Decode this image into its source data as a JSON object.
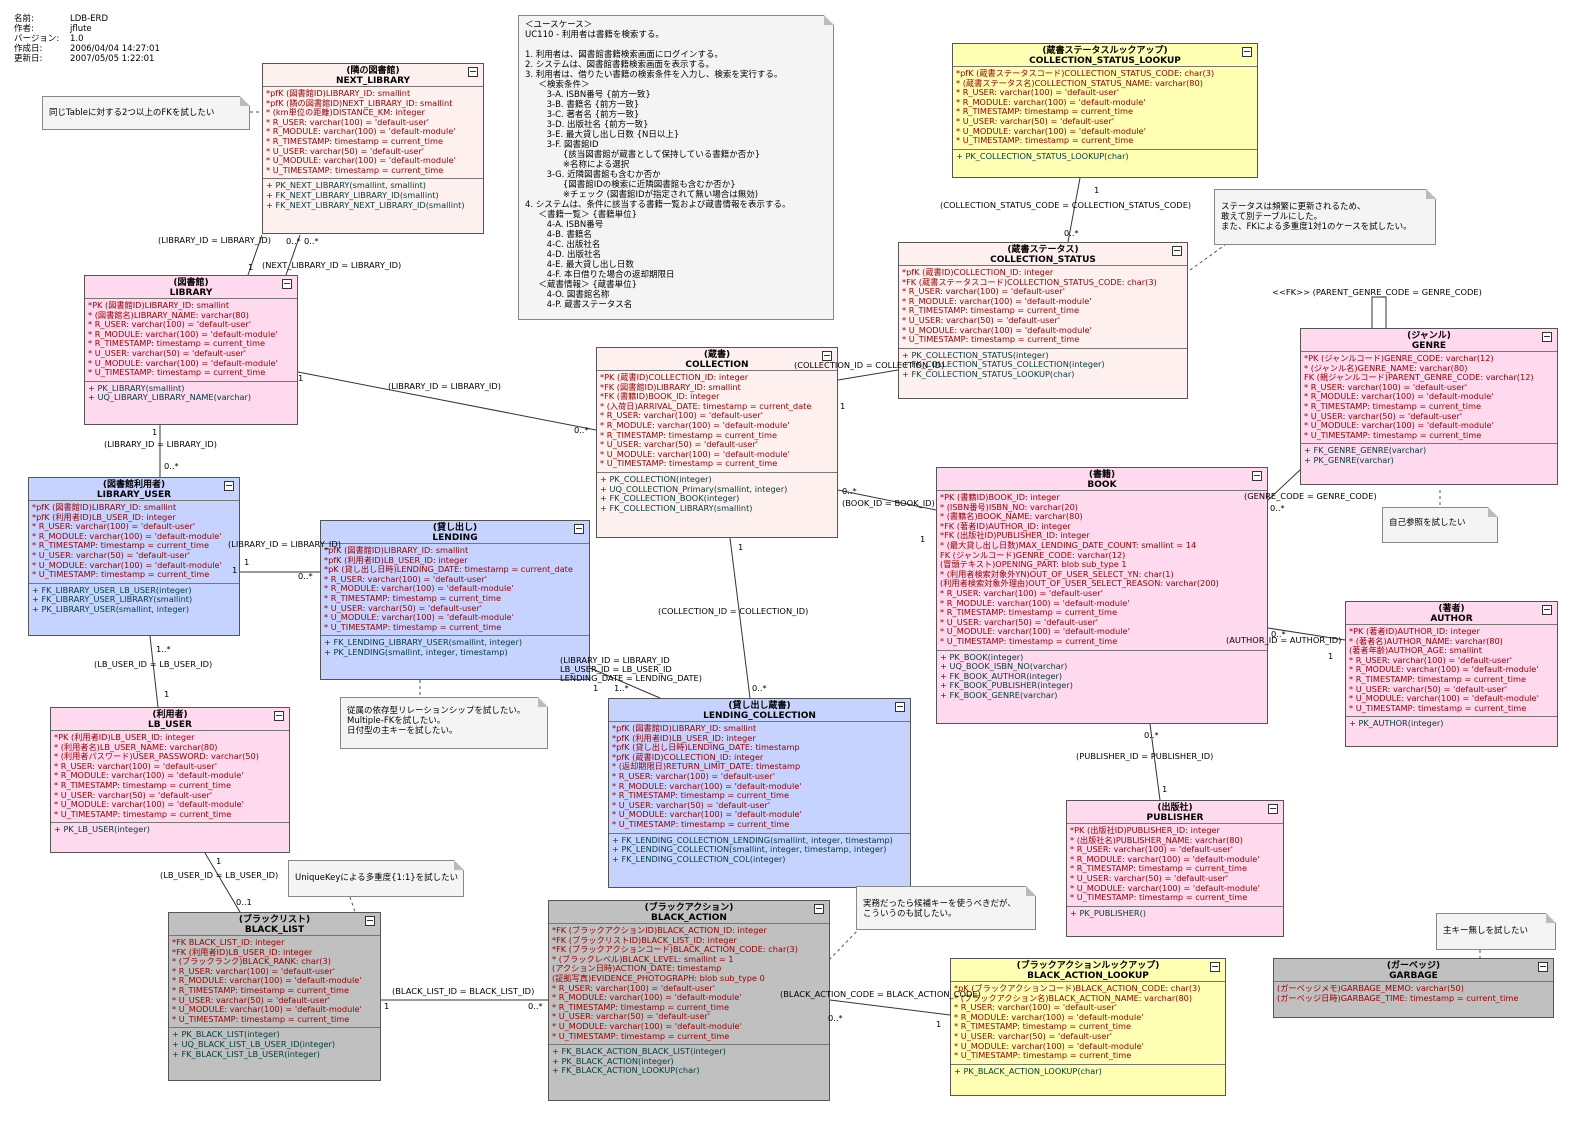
{
  "meta": [
    {
      "k": "名前:",
      "v": "LDB-ERD"
    },
    {
      "k": "作者:",
      "v": "jflute"
    },
    {
      "k": "バージョン:",
      "v": "1.0"
    },
    {
      "k": "作成日:",
      "v": "2006/04/04 14:27:01"
    },
    {
      "k": "更新日:",
      "v": "2007/05/05 1:22:01"
    }
  ],
  "entities": {
    "next_library": {
      "jp": "(隣の図書館)",
      "en": "NEXT_LIBRARY",
      "color": "#fff0f0",
      "attrs": [
        "*pfK (図書館ID)LIBRARY_ID:  smallint",
        "*pfK (隣の図書館ID)NEXT_LIBRARY_ID:  smallint",
        "*     (km単位の距離)DISTANCE_KM:  integer",
        "*     R_USER:  varchar(100) = 'default-user'",
        "*     R_MODULE:  varchar(100) = 'default-module'",
        "*     R_TIMESTAMP:  timestamp = current_time",
        "*     U_USER:  varchar(50) = 'default-user'",
        "*     U_MODULE:  varchar(100) = 'default-module'",
        "*     U_TIMESTAMP:  timestamp = current_time"
      ],
      "ops": [
        "+     PK_NEXT_LIBRARY(smallint, smallint)",
        "+     FK_NEXT_LIBRARY_LIBRARY_ID(smallint)",
        "+     FK_NEXT_LIBRARY_NEXT_LIBRARY_ID(smallint)"
      ]
    },
    "library": {
      "jp": "(図書館)",
      "en": "LIBRARY",
      "color": "#ffd9ee",
      "attrs": [
        "*PK (図書館ID)LIBRARY_ID:  smallint",
        "*     (図書館名)LIBRARY_NAME:  varchar(80)",
        "*     R_USER:  varchar(100) = 'default-user'",
        "*     R_MODULE:  varchar(100) = 'default-module'",
        "*     R_TIMESTAMP:  timestamp = current_time",
        "*     U_USER:  varchar(50) = 'default-user'",
        "*     U_MODULE:  varchar(100) = 'default-module'",
        "*     U_TIMESTAMP:  timestamp = current_time"
      ],
      "ops": [
        "+     PK_LIBRARY(smallint)",
        "+     UQ_LIBRARY_LIBRARY_NAME(varchar)"
      ]
    },
    "library_user": {
      "jp": "(図書館利用者)",
      "en": "LIBRARY_USER",
      "color": "#c6d3ff",
      "attrs": [
        "*pfK (図書館ID)LIBRARY_ID:  smallint",
        "*pfK (利用者ID)LB_USER_ID:  integer",
        "*     R_USER:  varchar(100) = 'default-user'",
        "*     R_MODULE:  varchar(100) = 'default-module'",
        "*     R_TIMESTAMP:  timestamp = current_time",
        "*     U_USER:  varchar(50) = 'default-user'",
        "*     U_MODULE:  varchar(100) = 'default-module'",
        "*     U_TIMESTAMP:  timestamp = current_time"
      ],
      "ops": [
        "+     FK_LIBRARY_USER_LB_USER(integer)",
        "+     FK_LIBRARY_USER_LIBRARY(smallint)",
        "+     PK_LIBRARY_USER(smallint, integer)"
      ]
    },
    "lb_user": {
      "jp": "(利用者)",
      "en": "LB_USER",
      "color": "#ffd9ee",
      "attrs": [
        "*PK (利用者ID)LB_USER_ID:  integer",
        "*     (利用者名)LB_USER_NAME:  varchar(80)",
        "*     (利用者パスワード)USER_PASSWORD:  varchar(50)",
        "*     R_USER:  varchar(100) = 'default-user'",
        "*     R_MODULE:  varchar(100) = 'default-module'",
        "*     R_TIMESTAMP:  timestamp = current_time",
        "*     U_USER:  varchar(50) = 'default-user'",
        "*     U_MODULE:  varchar(100) = 'default-module'",
        "*     U_TIMESTAMP:  timestamp = current_time"
      ],
      "ops": [
        "+     PK_LB_USER(integer)"
      ]
    },
    "lending": {
      "jp": "(貸し出し)",
      "en": "LENDING",
      "color": "#c6d3ff",
      "attrs": [
        "*pfK (図書館ID)LIBRARY_ID:  smallint",
        "*pfK (利用者ID)LB_USER_ID:  integer",
        "*pK (貸し出し日時)LENDING_DATE:  timestamp = current_date",
        "*     R_USER:  varchar(100) = 'default-user'",
        "*     R_MODULE:  varchar(100) = 'default-module'",
        "*     R_TIMESTAMP:  timestamp = current_time",
        "*     U_USER:  varchar(50) = 'default-user'",
        "*     U_MODULE:  varchar(100) = 'default-module'",
        "*     U_TIMESTAMP:  timestamp = current_time"
      ],
      "ops": [
        "+     FK_LENDING_LIBRARY_USER(smallint, integer)",
        "+     PK_LENDING(smallint, integer, timestamp)"
      ]
    },
    "collection": {
      "jp": "(蔵書)",
      "en": "COLLECTION",
      "color": "#fff0f0",
      "attrs": [
        "*PK (蔵書ID)COLLECTION_ID:  integer",
        "*FK (図書館ID)LIBRARY_ID:  smallint",
        "*FK (書籍ID)BOOK_ID:  integer",
        "*     (入荷日)ARRIVAL_DATE:  timestamp = current_date",
        "*     R_USER:  varchar(100) = 'default-user'",
        "*     R_MODULE:  varchar(100) = 'default-module'",
        "*     R_TIMESTAMP:  timestamp = current_time",
        "*     U_USER:  varchar(50) = 'default-user'",
        "*     U_MODULE:  varchar(100) = 'default-module'",
        "*     U_TIMESTAMP:  timestamp = current_time"
      ],
      "ops": [
        "+     PK_COLLECTION(integer)",
        "+     UQ_COLLECTION_Primary(smallint, integer)",
        "+     FK_COLLECTION_BOOK(integer)",
        "+     FK_COLLECTION_LIBRARY(smallint)"
      ]
    },
    "lending_collection": {
      "jp": "(貸し出し蔵書)",
      "en": "LENDING_COLLECTION",
      "color": "#c6d3ff",
      "attrs": [
        "*pfK (図書館ID)LIBRARY_ID:  smallint",
        "*pfK (利用者ID)LB_USER_ID:  integer",
        "*pfK (貸し出し日時)LENDING_DATE:  timestamp",
        "*pfK (蔵書ID)COLLECTION_ID:  integer",
        "*     (返却期限日)RETURN_LIMIT_DATE:  timestamp",
        "*     R_USER:  varchar(100) = 'default-user'",
        "*     R_MODULE:  varchar(100) = 'default-module'",
        "*     R_TIMESTAMP:  timestamp = current_time",
        "*     U_USER:  varchar(50) = 'default-user'",
        "*     U_MODULE:  varchar(100) = 'default-module'",
        "*     U_TIMESTAMP:  timestamp = current_time"
      ],
      "ops": [
        "+     FK_LENDING_COLLECTION_LENDING(smallint, integer, timestamp)",
        "+     PK_LENDING_COLLECTION(smallint, integer, timestamp, integer)",
        "+     FK_LENDING_COLLECTION_COL(integer)"
      ]
    },
    "collection_status_lookup": {
      "jp": "(蔵書ステータスルックアップ)",
      "en": "COLLECTION_STATUS_LOOKUP",
      "color": "#ffffb3",
      "attrs": [
        "*pfK (蔵書ステータスコード)COLLECTION_STATUS_CODE:  char(3)",
        "*     (蔵書ステータス名)COLLECTION_STATUS_NAME:  varchar(80)",
        "*     R_USER:  varchar(100) = 'default-user'",
        "*     R_MODULE:  varchar(100) = 'default-module'",
        "*     R_TIMESTAMP:  timestamp = current_time",
        "*     U_USER:  varchar(50) = 'default-user'",
        "*     U_MODULE:  varchar(100) = 'default-module'",
        "*     U_TIMESTAMP:  timestamp = current_time"
      ],
      "ops": [
        "+     PK_COLLECTION_STATUS_LOOKUP(char)"
      ]
    },
    "collection_status": {
      "jp": "(蔵書ステータス)",
      "en": "COLLECTION_STATUS",
      "color": "#fff0f0",
      "attrs": [
        "*pfK (蔵書ID)COLLECTION_ID:  integer",
        "*FK (蔵書ステータスコード)COLLECTION_STATUS_CODE:  char(3)",
        "*     R_USER:  varchar(100) = 'default-user'",
        "*     R_MODULE:  varchar(100) = 'default-module'",
        "*     R_TIMESTAMP:  timestamp = current_time",
        "*     U_USER:  varchar(50) = 'default-user'",
        "*     U_MODULE:  varchar(100) = 'default-module'",
        "*     U_TIMESTAMP:  timestamp = current_time"
      ],
      "ops": [
        "+     PK_COLLECTION_STATUS(integer)",
        "+     FK_COLLECTION_STATUS_COLLECTION(integer)",
        "+     FK_COLLECTION_STATUS_LOOKUP(char)"
      ]
    },
    "genre": {
      "jp": "(ジャンル)",
      "en": "GENRE",
      "color": "#ffd9ee",
      "attrs": [
        "*PK (ジャンルコード)GENRE_CODE:  varchar(12)",
        "*     (ジャンル名)GENRE_NAME:  varchar(80)",
        "  FK (親ジャンルコード)PARENT_GENRE_CODE:  varchar(12)",
        "*     R_USER:  varchar(100) = 'default-user'",
        "*     R_MODULE:  varchar(100) = 'default-module'",
        "*     R_TIMESTAMP:  timestamp = current_time",
        "*     U_USER:  varchar(50) = 'default-user'",
        "*     U_MODULE:  varchar(100) = 'default-module'",
        "*     U_TIMESTAMP:  timestamp = current_time"
      ],
      "ops": [
        "+     FK_GENRE_GENRE(varchar)",
        "+     PK_GENRE(varchar)"
      ]
    },
    "book": {
      "jp": "(書籍)",
      "en": "BOOK",
      "color": "#ffd9ee",
      "attrs": [
        "*PK (書籍ID)BOOK_ID:  integer",
        "*     (ISBN番号)ISBN_NO:  varchar(20)",
        "*     (書籍名)BOOK_NAME:  varchar(80)",
        "*FK (著者ID)AUTHOR_ID:  integer",
        "*FK (出版社ID)PUBLISHER_ID:  integer",
        "*     (最大貸し出し日数)MAX_LENDING_DATE_COUNT:  smallint = 14",
        "  FK (ジャンルコード)GENRE_CODE:  varchar(12)",
        "     (冒頭テキスト)OPENING_PART:  blob sub_type 1",
        "*     (利用者検索対象外YN)OUT_OF_USER_SELECT_YN:  char(1)",
        "     (利用者検索対象外理由)OUT_OF_USER_SELECT_REASON:  varchar(200)",
        "*     R_USER:  varchar(100) = 'default-user'",
        "*     R_MODULE:  varchar(100) = 'default-module'",
        "*     R_TIMESTAMP:  timestamp = current_time",
        "*     U_USER:  varchar(50) = 'default-user'",
        "*     U_MODULE:  varchar(100) = 'default-module'",
        "*     U_TIMESTAMP:  timestamp = current_time"
      ],
      "ops": [
        "+     PK_BOOK(integer)",
        "+     UQ_BOOK_ISBN_NO(varchar)",
        "+     FK_BOOK_AUTHOR(integer)",
        "+     FK_BOOK_PUBLISHER(integer)",
        "+     FK_BOOK_GENRE(varchar)"
      ]
    },
    "author": {
      "jp": "(著者)",
      "en": "AUTHOR",
      "color": "#ffd9ee",
      "attrs": [
        "*PK (著者ID)AUTHOR_ID:  integer",
        "*     (著者名)AUTHOR_NAME:  varchar(80)",
        "     (著者年齢)AUTHOR_AGE:  smallint",
        "*     R_USER:  varchar(100) = 'default-user'",
        "*     R_MODULE:  varchar(100) = 'default-module'",
        "*     R_TIMESTAMP:  timestamp = current_time",
        "*     U_USER:  varchar(50) = 'default-user'",
        "*     U_MODULE:  varchar(100) = 'default-module'",
        "*     U_TIMESTAMP:  timestamp = current_time"
      ],
      "ops": [
        "+     PK_AUTHOR(integer)"
      ]
    },
    "publisher": {
      "jp": "(出版社)",
      "en": "PUBLISHER",
      "color": "#ffd9ee",
      "attrs": [
        "*PK (出版社ID)PUBLISHER_ID:  integer",
        "*     (出版社名)PUBLISHER_NAME:  varchar(80)",
        "*     R_USER:  varchar(100) = 'default-user'",
        "*     R_MODULE:  varchar(100) = 'default-module'",
        "*     R_TIMESTAMP:  timestamp = current_time",
        "*     U_USER:  varchar(50) = 'default-user'",
        "*     U_MODULE:  varchar(100) = 'default-module'",
        "*     U_TIMESTAMP:  timestamp = current_time"
      ],
      "ops": [
        "+     PK_PUBLISHER()"
      ]
    },
    "black_list": {
      "jp": "(ブラックリスト)",
      "en": "BLACK_LIST",
      "color": "#c0c0c0",
      "attrs": [
        "*FK BLACK_LIST_ID:  integer",
        "*FK (利用者ID)LB_USER_ID:  integer",
        "*     (ブラックランク)BLACK_RANK:  char(3)",
        "*     R_USER:  varchar(100) = 'default-user'",
        "*     R_MODULE:  varchar(100) = 'default-module'",
        "*     R_TIMESTAMP:  timestamp = current_time",
        "*     U_USER:  varchar(50) = 'default-user'",
        "*     U_MODULE:  varchar(100) = 'default-module'",
        "*     U_TIMESTAMP:  timestamp = current_time"
      ],
      "ops": [
        "+     PK_BLACK_LIST(integer)",
        "+     UQ_BLACK_LIST_LB_USER_ID(integer)",
        "+     FK_BLACK_LIST_LB_USER(integer)"
      ]
    },
    "black_action": {
      "jp": "(ブラックアクション)",
      "en": "BLACK_ACTION",
      "color": "#c0c0c0",
      "attrs": [
        "*FK (ブラックアクションID)BLACK_ACTION_ID:  integer",
        "*FK (ブラックリストID)BLACK_LIST_ID:  integer",
        "*FK (ブラックアクションコード)BLACK_ACTION_CODE:  char(3)",
        "*     (ブラックレベル)BLACK_LEVEL:  smallint = 1",
        "     (アクション日時)ACTION_DATE:  timestamp",
        "     (証拠写真)EVIDENCE_PHOTOGRAPH:  blob sub_type 0",
        "*     R_USER:  varchar(100) = 'default-user'",
        "*     R_MODULE:  varchar(100) = 'default-module'",
        "*     R_TIMESTAMP:  timestamp = current_time",
        "*     U_USER:  varchar(50) = 'default-user'",
        "*     U_MODULE:  varchar(100) = 'default-module'",
        "*     U_TIMESTAMP:  timestamp = current_time"
      ],
      "ops": [
        "+     FK_BLACK_ACTION_BLACK_LIST(integer)",
        "+     PK_BLACK_ACTION(integer)",
        "+     FK_BLACK_ACTION_LOOKUP(char)"
      ]
    },
    "black_action_lookup": {
      "jp": "(ブラックアクションルックアップ)",
      "en": "BLACK_ACTION_LOOKUP",
      "color": "#ffffb3",
      "attrs": [
        "*pK (ブラックアクションコード)BLACK_ACTION_CODE:  char(3)",
        "*     (ブラックアクション名)BLACK_ACTION_NAME:  varchar(80)",
        "*     R_USER:  varchar(100) = 'default-user'",
        "*     R_MODULE:  varchar(100) = 'default-module'",
        "*     R_TIMESTAMP:  timestamp = current_time",
        "*     U_USER:  varchar(50) = 'default-user'",
        "*     U_MODULE:  varchar(100) = 'default-module'",
        "*     U_TIMESTAMP:  timestamp = current_time"
      ],
      "ops": [
        "+     PK_BLACK_ACTION_LOOKUP(char)"
      ]
    },
    "garbage": {
      "jp": "(ガーベッジ)",
      "en": "GARBAGE",
      "color": "#c0c0c0",
      "attrs": [
        "     (ガーベッジメモ)GARBAGE_MEMO:  varchar(50)",
        "     (ガーベッジ日時)GARBAGE_TIME:  timestamp = current_time"
      ],
      "ops": []
    }
  },
  "notes": {
    "usecase": "＜ユースケース＞\nUC110 - 利用者は書籍を検索する。\n\n1. 利用者は、図書館書籍検索画面にログインする。\n2. システムは、図書館書籍検索画面を表示する。\n3. 利用者は、借りたい書籍の検索条件を入力し、検索を実行する。\n     ＜検索条件＞\n        3-A. ISBN番号 {前方一致}\n        3-B. 書籍名 {前方一致}\n        3-C. 著者名 {前方一致}\n        3-D. 出版社名 {前方一致}\n        3-E. 最大貸し出し日数 {N日以上}\n        3-F. 図書館ID\n              {該当図書館が蔵書として保持している書籍か否か}\n              ※名称による選択\n        3-G. 近隣図書館も含むか否か\n              {図書館IDの検索に近隣図書館も含むか否か}\n              ※チェック (図書館IDが指定されて無い場合は無効)\n4. システムは、条件に該当する書籍一覧および蔵書情報を表示する。\n     ＜書籍一覧＞ {書籍単位}\n        4-A. ISBN番号\n        4-B. 書籍名\n        4-C. 出版社名\n        4-D. 出版社名\n        4-E. 最大貸し出し日数\n        4-F. 本日借りた場合の返却期限日\n     ＜蔵書情報＞ {蔵書単位}\n        4-O. 図書館名称\n        4-P. 蔵書ステータス名",
    "same_table_fk": "同じTableに対する2つ以上のFKを試したい",
    "status_note": "ステータスは頻繁に更新されるため、\n敢えて別テーブルにした。\nまた、FKによる多重度1対1のケースを試したい。",
    "self_ref": "自己参照を試したい",
    "dependent": "従属の依存型リレーションシップを試したい。\nMultiple-FKを試したい。\n日付型の主キーを試したい。",
    "uniquekey": "UniqueKeyによる多重度{1:1}を試したい",
    "candidate_key": "実務だったら候補キーを使うべきだが、\nこういうのも試したい。",
    "no_pk": "主キー無しを試したい"
  },
  "labels": {
    "l1": "(LIBRARY_ID = LIBRARY_ID)",
    "l2": "(NEXT_LIBRARY_ID = LIBRARY_ID)",
    "l3": "(LIBRARY_ID = LIBRARY_ID)",
    "l4": "(LIBRARY_ID = LIBRARY_ID)",
    "l5": "(LIBRARY_ID = LIBRARY_ID)",
    "l6": "(LB_USER_ID = LB_USER_ID)",
    "l7": "(LIBRARY_ID = LIBRARY_ID\nLB_USER_ID = LB_USER_ID\nLENDING_DATE = LENDING_DATE)",
    "l8": "(COLLECTION_ID = COLLECTION_ID)",
    "l9": "(COLLECTION_ID = COLLECTION_ID)",
    "l10": "(COLLECTION_STATUS_CODE = COLLECTION_STATUS_CODE)",
    "l11": "(BOOK_ID = BOOK_ID)",
    "l12": "<<FK>> (PARENT_GENRE_CODE = GENRE_CODE)",
    "l13": "(GENRE_CODE = GENRE_CODE)",
    "l14": "(AUTHOR_ID = AUTHOR_ID)",
    "l15": "(PUBLISHER_ID = PUBLISHER_ID)",
    "l16": "(LB_USER_ID = LB_USER_ID)",
    "l17": "(BLACK_LIST_ID = BLACK_LIST_ID)",
    "l18": "(BLACK_ACTION_CODE = BLACK_ACTION_CODE)",
    "m1": "1",
    "m2": "0..*",
    "m3": "0..*",
    "m4": "1",
    "m5": "1",
    "m6": "0..*",
    "m7": "1",
    "m8": "0..*",
    "m9": "1..*",
    "m10": "1",
    "m11": "1",
    "m12": "0..*",
    "m13": "1",
    "m14": "1..*",
    "m15": "1",
    "m16": "0..*",
    "m17": "1",
    "m18": "0..*",
    "m19": "1",
    "m20": "0..*",
    "m21": "1",
    "m22": "0..*",
    "m23": "1",
    "m24": "0..*",
    "m25": "0..*",
    "m26": "1",
    "m27": "1",
    "m28": "0..1",
    "m29": "1",
    "m30": "0..*",
    "m31": "0..*",
    "m32": "1"
  }
}
